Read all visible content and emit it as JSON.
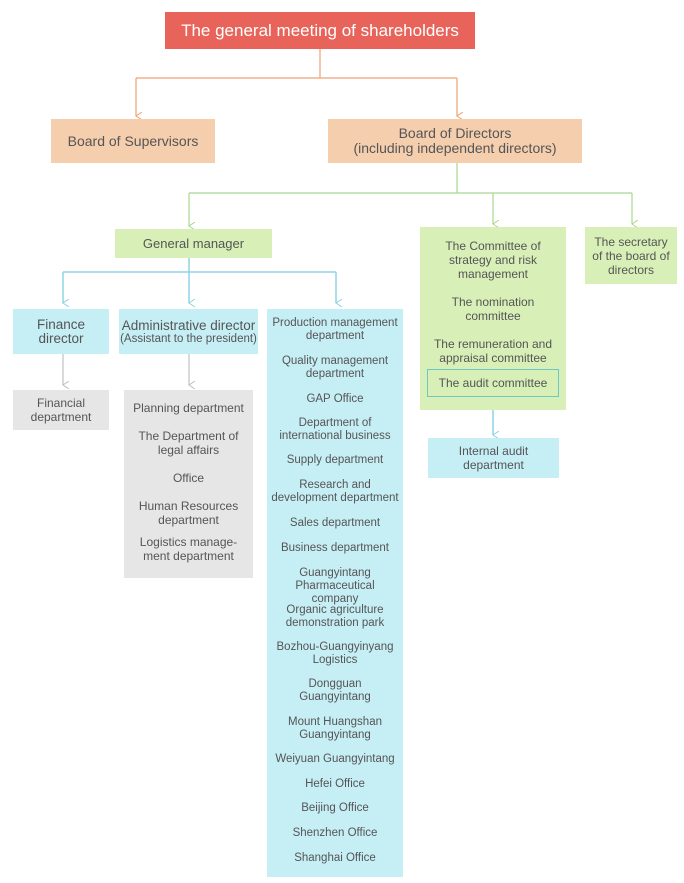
{
  "colors": {
    "top": "#e8645a",
    "orange": "#f5ceae",
    "orange_line": "#f0a070",
    "green": "#d8f0b8",
    "green_line": "#a8d890",
    "blue": "#c6eef5",
    "blue_line": "#8fd4e4",
    "gray": "#e6e6e6",
    "gray_line": "#c0c0c0",
    "audit_border": "#6cc8c0"
  },
  "nodes": {
    "shareholders": "The general meeting of shareholders",
    "supervisors": "Board of Supervisors",
    "directors_line1": "Board of Directors",
    "directors_line2": "(including independent directors)",
    "general_manager": "General manager",
    "committees": {
      "strategy": "The Committee of strategy and risk management",
      "nomination": "The nomination committee",
      "remuneration": "The remuneration and appraisal committee",
      "audit": "The audit committee"
    },
    "secretary": "The secretary of the board of directors",
    "finance_director": "Finance director",
    "admin_director_line1": "Administrative director",
    "admin_director_line2": "(Assistant to the president)",
    "financial_department": "Financial department",
    "internal_audit": "Internal audit department"
  },
  "admin_departments": [
    "Planning department",
    "The Department of legal affairs",
    "Office",
    "Human Resources department",
    "Logistics manage-ment department"
  ],
  "production_departments": [
    "Production management department",
    "Quality management department",
    "GAP Office",
    "Department of international business",
    "Supply department",
    "Research and development department",
    "Sales department",
    "Business department",
    "Guangyintang Pharmaceutical company",
    "Organic agriculture demonstration park",
    "Bozhou-Guangyinyang Logistics",
    "Dongguan Guangyintang",
    "Mount Huangshan Guangyintang",
    "Weiyuan Guangyintang",
    "Hefei Office",
    "Beijing Office",
    "Shenzhen Office",
    "Shanghai Office"
  ]
}
